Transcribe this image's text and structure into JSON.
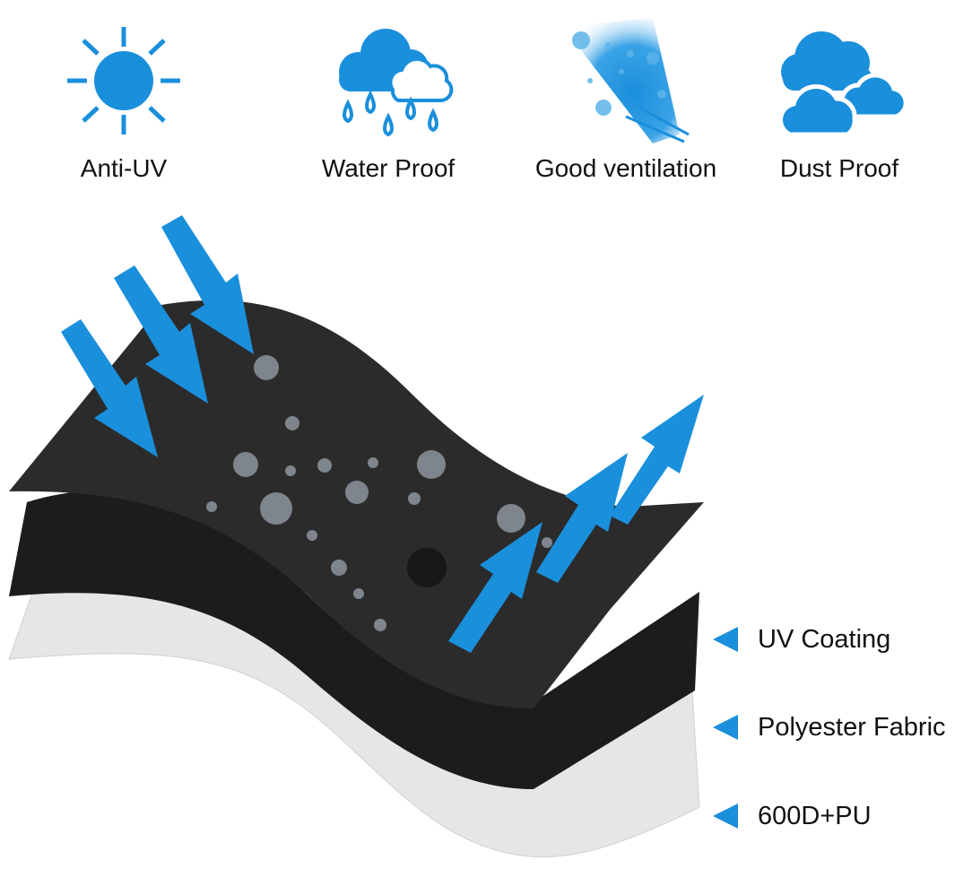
{
  "colors": {
    "accent": "#1a8fdc",
    "fabric_dark": "#2b2b2b",
    "fabric_black": "#1c1c1c",
    "fabric_light": "#e6e6e6",
    "text": "#111111"
  },
  "features": [
    {
      "label": "Anti-UV",
      "icon": "sun-icon"
    },
    {
      "label": "Water Proof",
      "icon": "rain-cloud-icon"
    },
    {
      "label": "Good ventilation",
      "icon": "air-spray-icon"
    },
    {
      "label": "Dust Proof",
      "icon": "clouds-icon"
    }
  ],
  "layers": [
    {
      "label": "UV Coating"
    },
    {
      "label": "Polyester Fabric"
    },
    {
      "label": "600D+PU"
    }
  ]
}
